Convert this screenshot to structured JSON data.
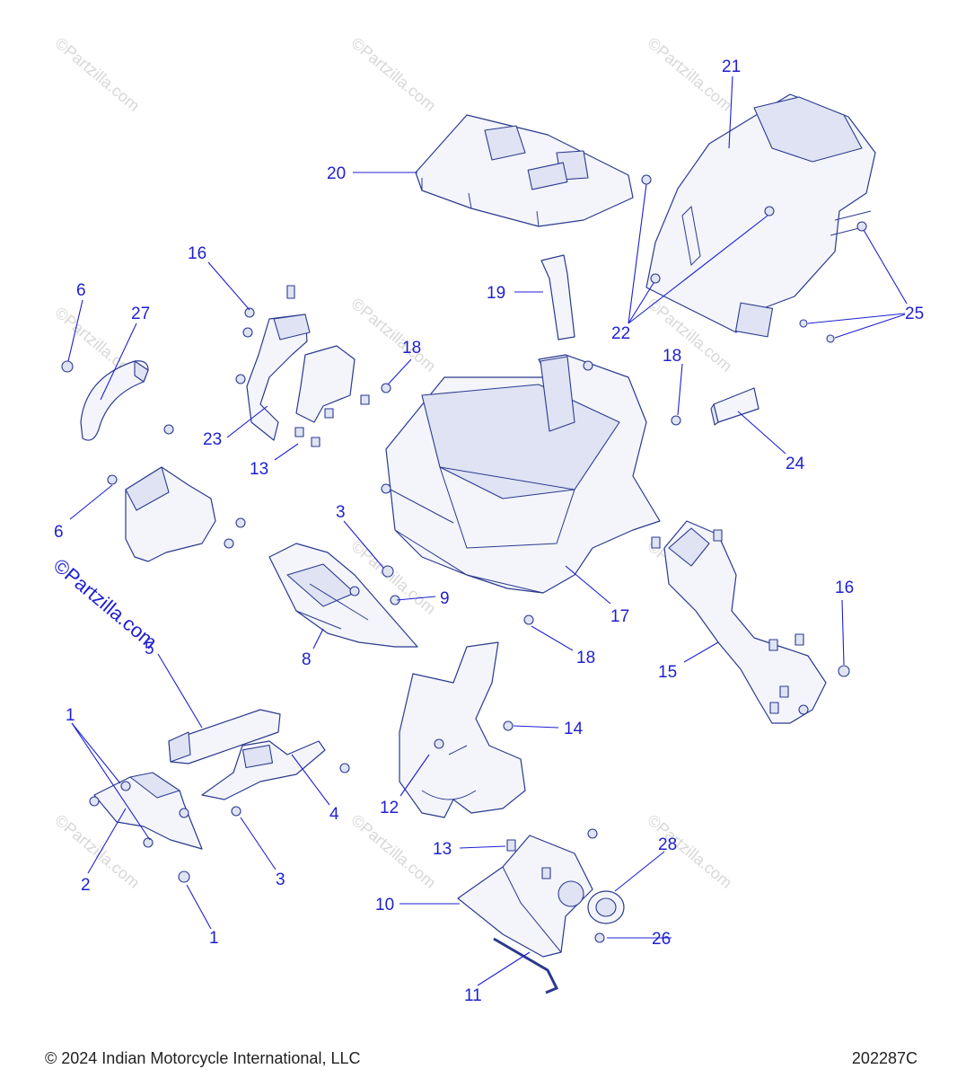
{
  "watermark": "©Partzilla.com",
  "footer": {
    "copyright": "© 2024 Indian Motorcycle International, LLC",
    "diagram_id": "202287C"
  },
  "callouts": [
    {
      "label": "21"
    },
    {
      "label": "20"
    },
    {
      "label": "16"
    },
    {
      "label": "6"
    },
    {
      "label": "27"
    },
    {
      "label": "19"
    },
    {
      "label": "18"
    },
    {
      "label": "22"
    },
    {
      "label": "25"
    },
    {
      "label": "18"
    },
    {
      "label": "23"
    },
    {
      "label": "13"
    },
    {
      "label": "24"
    },
    {
      "label": "6"
    },
    {
      "label": "3"
    },
    {
      "label": "16"
    },
    {
      "label": "9"
    },
    {
      "label": "17"
    },
    {
      "label": "5"
    },
    {
      "label": "18"
    },
    {
      "label": "8"
    },
    {
      "label": "15"
    },
    {
      "label": "1"
    },
    {
      "label": "14"
    },
    {
      "label": "4"
    },
    {
      "label": "12"
    },
    {
      "label": "13"
    },
    {
      "label": "28"
    },
    {
      "label": "2"
    },
    {
      "label": "3"
    },
    {
      "label": "10"
    },
    {
      "label": "1"
    },
    {
      "label": "26"
    },
    {
      "label": "11"
    }
  ]
}
